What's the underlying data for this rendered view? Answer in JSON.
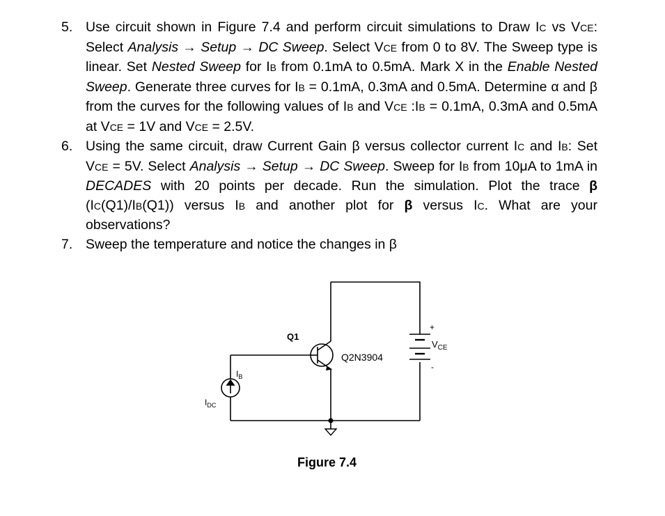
{
  "items": [
    {
      "number": "5.",
      "parts": [
        {
          "t": "Use circuit shown in Figure 7.4 and perform circuit simulations to Draw I"
        },
        {
          "t": "C",
          "s": "sc"
        },
        {
          "t": " vs V"
        },
        {
          "t": "CE",
          "s": "sc"
        },
        {
          "t": ": Select "
        },
        {
          "t": "Analysis → Setup → DC Sweep",
          "s": "i"
        },
        {
          "t": ". Select V"
        },
        {
          "t": "CE",
          "s": "sc"
        },
        {
          "t": " from 0 to 8V. The Sweep type is linear. Set "
        },
        {
          "t": "Nested Sweep",
          "s": "i"
        },
        {
          "t": " for I"
        },
        {
          "t": "B",
          "s": "sc"
        },
        {
          "t": " from 0.1mA to 0.5mA. Mark X in the "
        },
        {
          "t": "Enable Nested Sweep",
          "s": "i"
        },
        {
          "t": ". Generate three curves for I"
        },
        {
          "t": "B",
          "s": "sc"
        },
        {
          "t": " = 0.1mA, 0.3mA and 0.5mA. Determine α and β from the curves for the following values of I"
        },
        {
          "t": "B",
          "s": "sc"
        },
        {
          "t": " and V"
        },
        {
          "t": "CE",
          "s": "sc"
        },
        {
          "t": " :I"
        },
        {
          "t": "B",
          "s": "sc"
        },
        {
          "t": " = 0.1mA, 0.3mA and 0.5mA at V"
        },
        {
          "t": "CE",
          "s": "sc"
        },
        {
          "t": " = 1V and V"
        },
        {
          "t": "CE",
          "s": "sc"
        },
        {
          "t": " = 2.5V."
        }
      ]
    },
    {
      "number": "6.",
      "parts": [
        {
          "t": "Using the same circuit, draw Current Gain β versus collector current I"
        },
        {
          "t": "C",
          "s": "sc"
        },
        {
          "t": " and I"
        },
        {
          "t": "B",
          "s": "sc"
        },
        {
          "t": ": Set V"
        },
        {
          "t": "CE",
          "s": "sc"
        },
        {
          "t": " = 5V. Select "
        },
        {
          "t": "Analysis → Setup → DC Sweep",
          "s": "i"
        },
        {
          "t": ". Sweep for I"
        },
        {
          "t": "B",
          "s": "sc"
        },
        {
          "t": " from 10μA to 1mA in "
        },
        {
          "t": "DECADES",
          "s": "i"
        },
        {
          "t": " with 20 points per decade. Run the simulation. Plot the trace "
        },
        {
          "t": "β",
          "s": "b"
        },
        {
          "t": " (I"
        },
        {
          "t": "C",
          "s": "sc"
        },
        {
          "t": "(Q1)/I"
        },
        {
          "t": "B",
          "s": "sc"
        },
        {
          "t": "(Q1)) versus I"
        },
        {
          "t": "B",
          "s": "sc"
        },
        {
          "t": " and another plot for "
        },
        {
          "t": "β",
          "s": "b"
        },
        {
          "t": " versus I"
        },
        {
          "t": "C",
          "s": "sc"
        },
        {
          "t": ". What are your observations?"
        }
      ]
    },
    {
      "number": "7.",
      "parts": [
        {
          "t": "Sweep the temperature and notice the changes in β"
        }
      ]
    }
  ],
  "figure": {
    "caption": "Figure 7.4",
    "transistor_ref": "Q1",
    "transistor_model": "Q2N3904",
    "source_label": "I",
    "source_sub": "DC",
    "current_label": "I",
    "current_sub": "B",
    "vsource_label": "V",
    "vsource_sub": "CE",
    "plus_sign": "+",
    "minus_sign": "-"
  }
}
